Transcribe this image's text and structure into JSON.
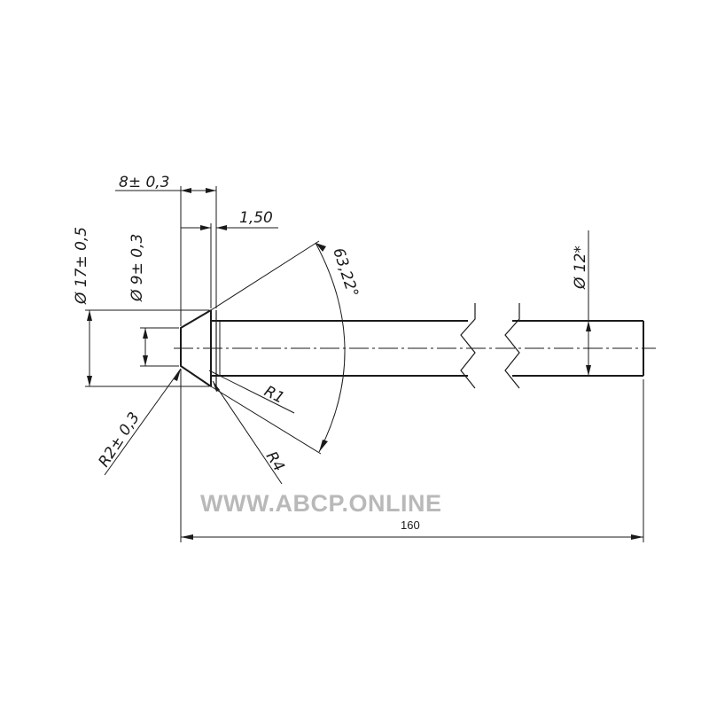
{
  "drawing": {
    "dimensions": {
      "head_thickness": "8± 0,3",
      "bevel_width": "1,50",
      "head_diameter": "Ø 17± 0,5",
      "inner_diameter": "Ø 9± 0,3",
      "shank_diameter": "Ø 12*",
      "cone_angle": "63,22°",
      "radius_r1": "R1",
      "radius_r2": "R2± 0,3",
      "radius_r4": "R4",
      "total_length": "160"
    },
    "watermark": "WWW.ABCP.ONLINE"
  }
}
